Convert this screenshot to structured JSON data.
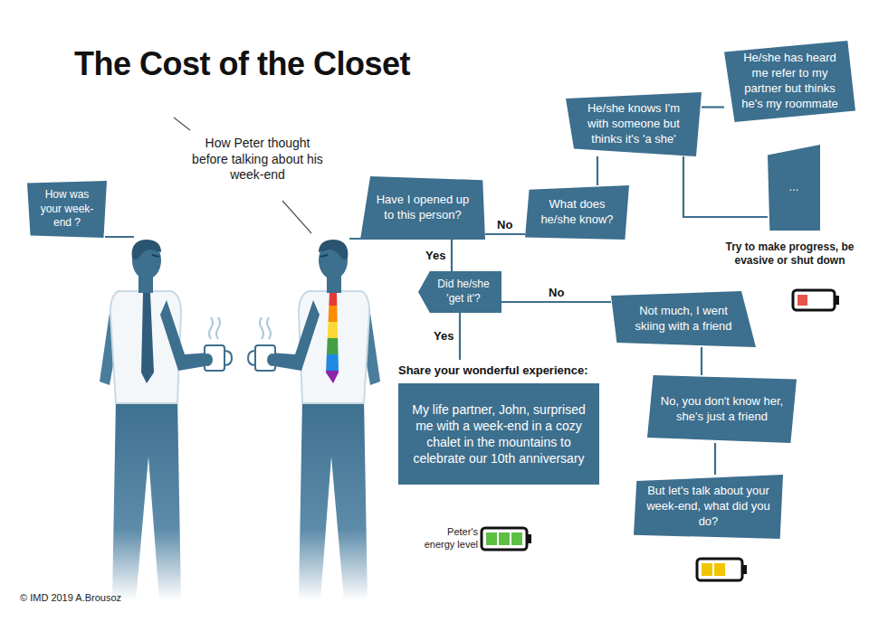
{
  "diagram": {
    "title": "The Cost of the Closet",
    "nodes": [
      {
        "text": [
          "How was your week-end ?"
        ]
      },
      {
        "text": [
          "Have I opened up to this person?"
        ]
      },
      {
        "text": [
          "What does he/she know?"
        ]
      },
      {
        "text": [
          "He/she knows I'm with someone but thinks it's 'a she'"
        ]
      },
      {
        "text": [
          "He/she has heard me refer to my partner but thinks he's my roommate"
        ]
      },
      {
        "text": [
          "..."
        ]
      },
      {
        "text": [
          "Did he/she 'get it'?"
        ]
      },
      {
        "text": [
          "Share your wonderful experience:",
          "My life partner, John, surprised me with a week-end in a cozy chalet in the mountains to celebrate our 10th anniversary"
        ]
      },
      {
        "text": [
          "Not much, I went skiing with a friend"
        ]
      },
      {
        "text": [
          "No, you don't know her, she's just a friend"
        ]
      },
      {
        "text": [
          "But let's talk about your week-end, what did you do?"
        ]
      }
    ],
    "edges": [
      {
        "from": 1,
        "to": 2,
        "label": "No",
        "arrow": "none"
      },
      {
        "from": 1,
        "to": 6,
        "label": "Yes",
        "arrow": "none"
      },
      {
        "from": 2,
        "to": 3,
        "arrow": "none"
      },
      {
        "from": 3,
        "to": 4,
        "arrow": "none"
      },
      {
        "from": 3,
        "to": 5,
        "arrow": "none"
      },
      {
        "from": 6,
        "to": 8,
        "label": "No",
        "arrow": "none"
      },
      {
        "from": 6,
        "to": 7,
        "label": "Yes",
        "arrow": "none"
      },
      {
        "from": 8,
        "to": 9,
        "arrow": "none"
      },
      {
        "from": 9,
        "to": 10,
        "arrow": "none"
      }
    ],
    "labels": [
      "How Peter thought before talking about his week-end",
      "Try to make progress, be evasive or shut down",
      "Peter's energy level",
      "© IMD 2019 A.Brousoz"
    ]
  }
}
